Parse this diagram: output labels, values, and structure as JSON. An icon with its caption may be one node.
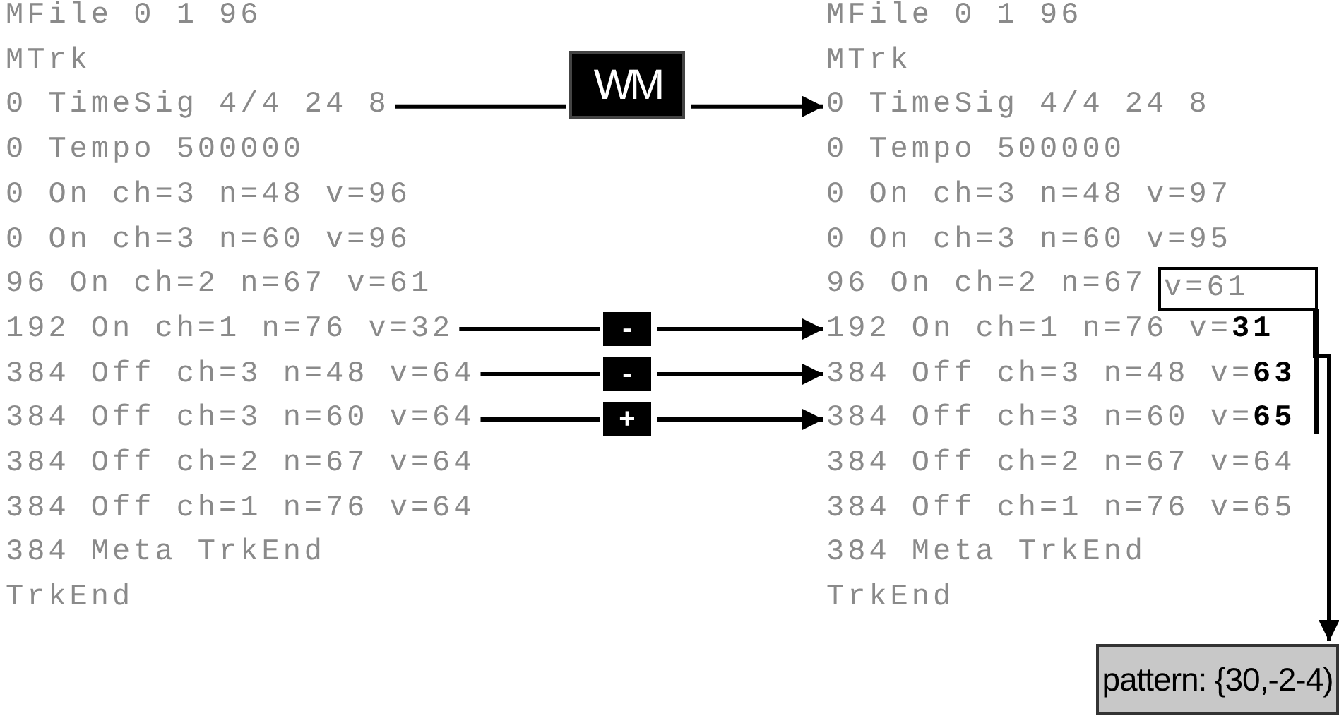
{
  "diagram": {
    "nodes": [
      {
        "text": [
          "MFile 0 1 96"
        ]
      },
      {
        "text": [
          "MTrk"
        ]
      },
      {
        "text": [
          "0 TimeSig 4/4 24 8"
        ]
      },
      {
        "text": [
          "0 Tempo 500000"
        ]
      },
      {
        "text": [
          "0 On ch=3 n=48 v=96"
        ]
      },
      {
        "text": [
          "0 On ch=3 n=60 v=96"
        ]
      },
      {
        "text": [
          "96 On ch=2 n=67 v=61"
        ]
      },
      {
        "text": [
          "192 On ch=1 n=76 v=32"
        ]
      },
      {
        "text": [
          "384 Off ch=3 n=48 v=64"
        ]
      },
      {
        "text": [
          "384 Off ch=3 n=60 v=64"
        ]
      },
      {
        "text": [
          "384 Off ch=2 n=67 v=64"
        ]
      },
      {
        "text": [
          "384 Off ch=1 n=76 v=64"
        ]
      },
      {
        "text": [
          "384 Meta TrkEnd"
        ]
      },
      {
        "text": [
          "TrkEnd"
        ]
      },
      {
        "text": [
          "MFile 0 1 96"
        ]
      },
      {
        "text": [
          "MTrk"
        ]
      },
      {
        "text": [
          "0 TimeSig 4/4 24 8"
        ]
      },
      {
        "text": [
          "0 Tempo 500000"
        ]
      },
      {
        "text": [
          "0 On ch=3 n=48 v=97"
        ]
      },
      {
        "text": [
          "0 On ch=3 n=60 v=95"
        ]
      },
      {
        "text": [
          "96 On ch=2 n=67"
        ]
      },
      {
        "text": [
          "192 On ch=1 n=76 v=**31**"
        ]
      },
      {
        "text": [
          "384 Off ch=3 n=48 v=**63**"
        ]
      },
      {
        "text": [
          "384 Off ch=3 n=60 v=**65**"
        ]
      },
      {
        "text": [
          "384 Off ch=2 n=67 v=64"
        ]
      },
      {
        "text": [
          "384 Off ch=1 n=76 v=65"
        ]
      },
      {
        "text": [
          "384 Meta TrkEnd"
        ]
      },
      {
        "text": [
          "TrkEnd"
        ]
      },
      {
        "text": [
          "v=61"
        ]
      },
      {
        "text": [
          "WM"
        ]
      },
      {
        "text": [
          "-"
        ]
      },
      {
        "text": [
          "-"
        ]
      },
      {
        "text": [
          "+"
        ]
      },
      {
        "text": [
          "pattern: {30,-2-4)"
        ]
      }
    ],
    "edges": [
      {
        "from": 2,
        "to": 29,
        "arrow": "none"
      },
      {
        "from": 29,
        "to": 16,
        "arrow": "to"
      },
      {
        "from": 7,
        "to": 30,
        "arrow": "none"
      },
      {
        "from": 30,
        "to": 21,
        "arrow": "to"
      },
      {
        "from": 8,
        "to": 31,
        "arrow": "none"
      },
      {
        "from": 31,
        "to": 22,
        "arrow": "to"
      },
      {
        "from": 9,
        "to": 32,
        "arrow": "none"
      },
      {
        "from": 32,
        "to": 23,
        "arrow": "to"
      },
      {
        "from": 28,
        "to": 33,
        "arrow": "to"
      }
    ]
  }
}
